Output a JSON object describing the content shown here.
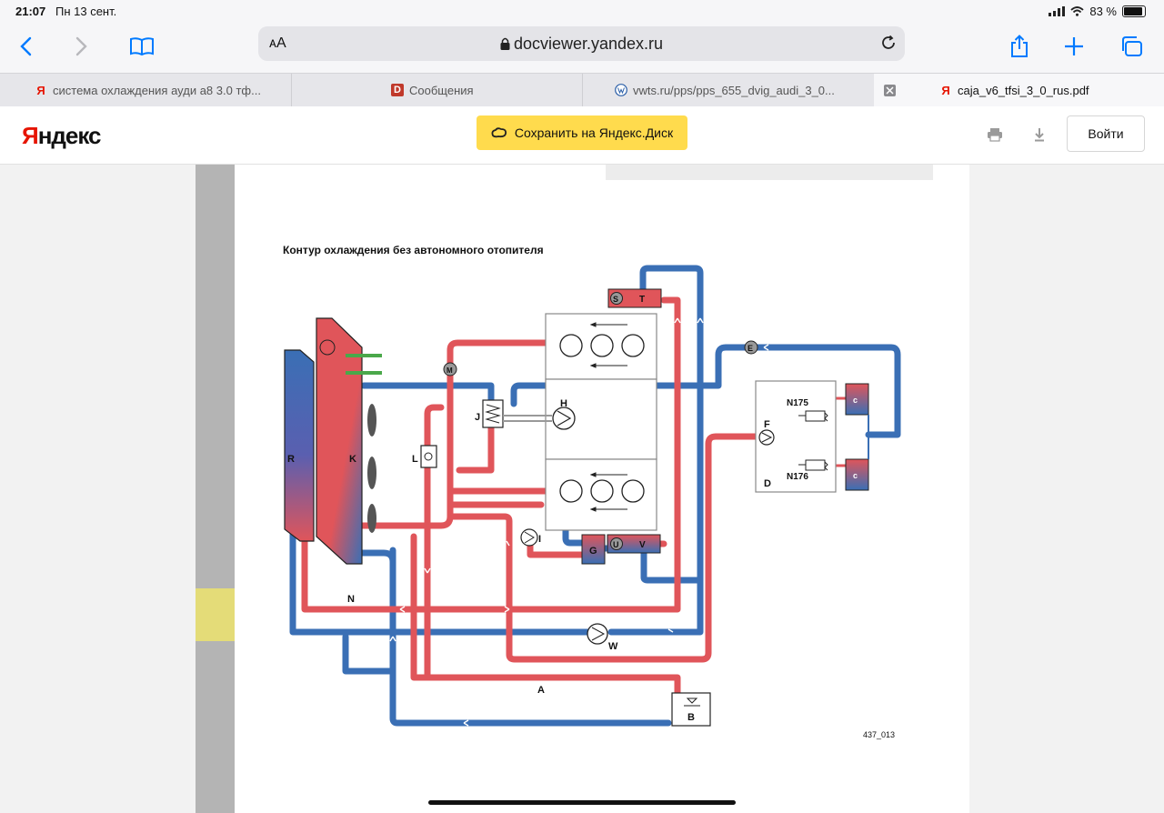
{
  "status": {
    "time": "21:07",
    "date": "Пн 13 сент.",
    "battery": "83 %",
    "battery_level": 0.83
  },
  "browser": {
    "reader_label": "ᴀA",
    "url": "docviewer.yandex.ru"
  },
  "tabs": [
    {
      "title": "система охлаждения ауди а8 3.0 тф...",
      "favicon": "Я",
      "favicon_color": "#e61400"
    },
    {
      "title": "Сообщения",
      "favicon": "D",
      "favicon_color": "#c0392b"
    },
    {
      "title": "vwts.ru/pps/pps_655_dvig_audi_3_0...",
      "favicon": "vw-icon",
      "favicon_color": "#2b5fa8"
    },
    {
      "title": "caja_v6_tfsi_3_0_rus.pdf",
      "favicon": "Я",
      "favicon_color": "#e61400",
      "active": true
    }
  ],
  "yandex": {
    "logo_first": "Я",
    "logo_rest": "ндекс",
    "save_label": "Сохранить на Яндекс.Диск",
    "login_label": "Войти"
  },
  "document": {
    "title": "Контур охлаждения без автономного отопителя",
    "figure_id": "437_013",
    "labels": {
      "R": "R",
      "K": "K",
      "N": "N",
      "M": "M",
      "J": "J",
      "L": "L",
      "H": "H",
      "S": "S",
      "T": "T",
      "E": "E",
      "G": "G",
      "U": "U",
      "V": "V",
      "I": "I",
      "W": "W",
      "A": "A",
      "B": "B",
      "F": "F",
      "D": "D",
      "N175": "N175",
      "N176": "N176",
      "C": "C"
    }
  },
  "colors": {
    "hot": "#e0555a",
    "cold": "#3a6fb5",
    "accent": "#007aff",
    "yandex_yellow": "#ffdb4d"
  }
}
